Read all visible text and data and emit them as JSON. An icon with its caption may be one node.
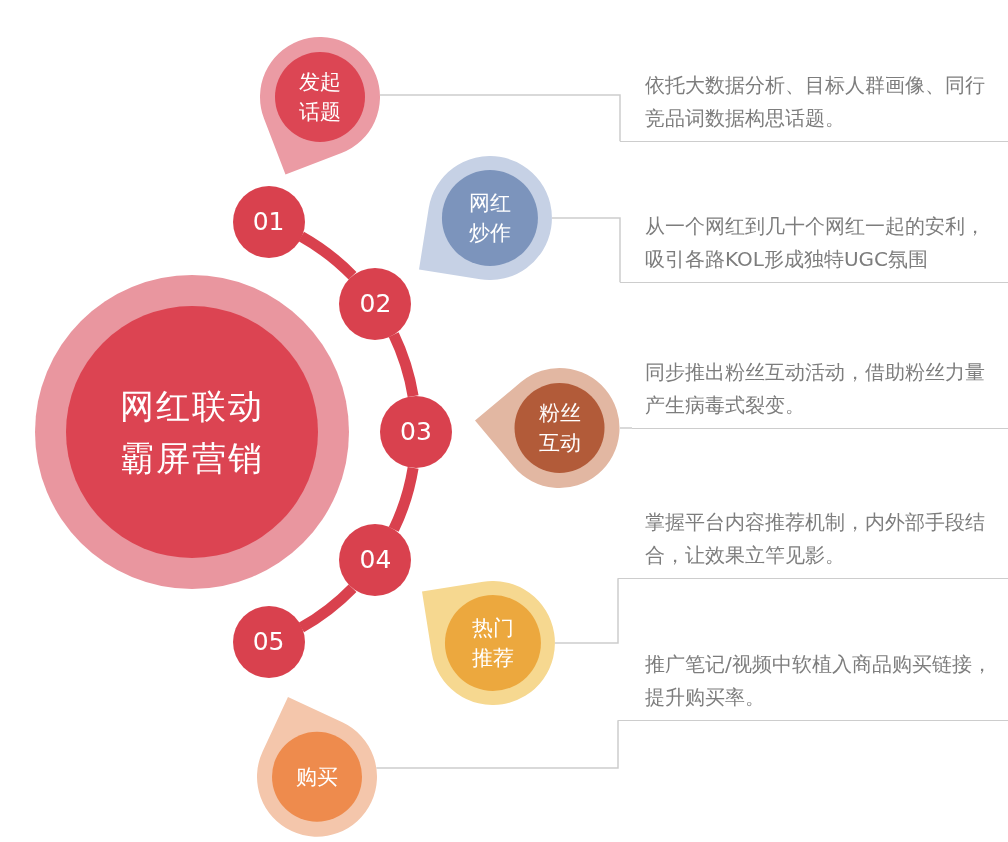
{
  "diagram": {
    "nodes": [
      {
        "text": [
          "网红联动霸屏营销"
        ]
      },
      {
        "text": [
          "01"
        ]
      },
      {
        "text": [
          "02"
        ]
      },
      {
        "text": [
          "03"
        ]
      },
      {
        "text": [
          "04"
        ]
      },
      {
        "text": [
          "05"
        ]
      },
      {
        "text": [
          "发起话题"
        ]
      },
      {
        "text": [
          "网红炒作"
        ]
      },
      {
        "text": [
          "粉丝互动"
        ]
      },
      {
        "text": [
          "热门推荐"
        ]
      },
      {
        "text": [
          "购买"
        ]
      },
      {
        "text": [
          "依托大数据分析、目标人群画像、同行竞品词数据构思话题。"
        ]
      },
      {
        "text": [
          "从一个网红到几十个网红一起的安利，吸引各路KOL形成独特UGC氛围"
        ]
      },
      {
        "text": [
          "同步推出粉丝互动活动，借助粉丝力量产生病毒式裂变。"
        ]
      },
      {
        "text": [
          "掌握平台内容推荐机制，内外部手段结合，让效果立竿见影。"
        ]
      },
      {
        "text": [
          "推广笔记/视频中软植入商品购买链接，提升购买率。"
        ]
      }
    ],
    "edges": [
      {
        "from": 1,
        "to": 2,
        "arrow": "none",
        "style": "thick",
        "color": "#d9414e"
      },
      {
        "from": 2,
        "to": 3,
        "arrow": "none",
        "style": "thick",
        "color": "#d9414e"
      },
      {
        "from": 3,
        "to": 4,
        "arrow": "none",
        "style": "thick",
        "color": "#d9414e"
      },
      {
        "from": 4,
        "to": 5,
        "arrow": "none",
        "style": "thick",
        "color": "#d9414e"
      },
      {
        "from": 6,
        "to": 11,
        "arrow": "none"
      },
      {
        "from": 7,
        "to": 12,
        "arrow": "none"
      },
      {
        "from": 8,
        "to": 13,
        "arrow": "none"
      },
      {
        "from": 9,
        "to": 14,
        "arrow": "none"
      },
      {
        "from": 10,
        "to": 15,
        "arrow": "none"
      }
    ]
  }
}
